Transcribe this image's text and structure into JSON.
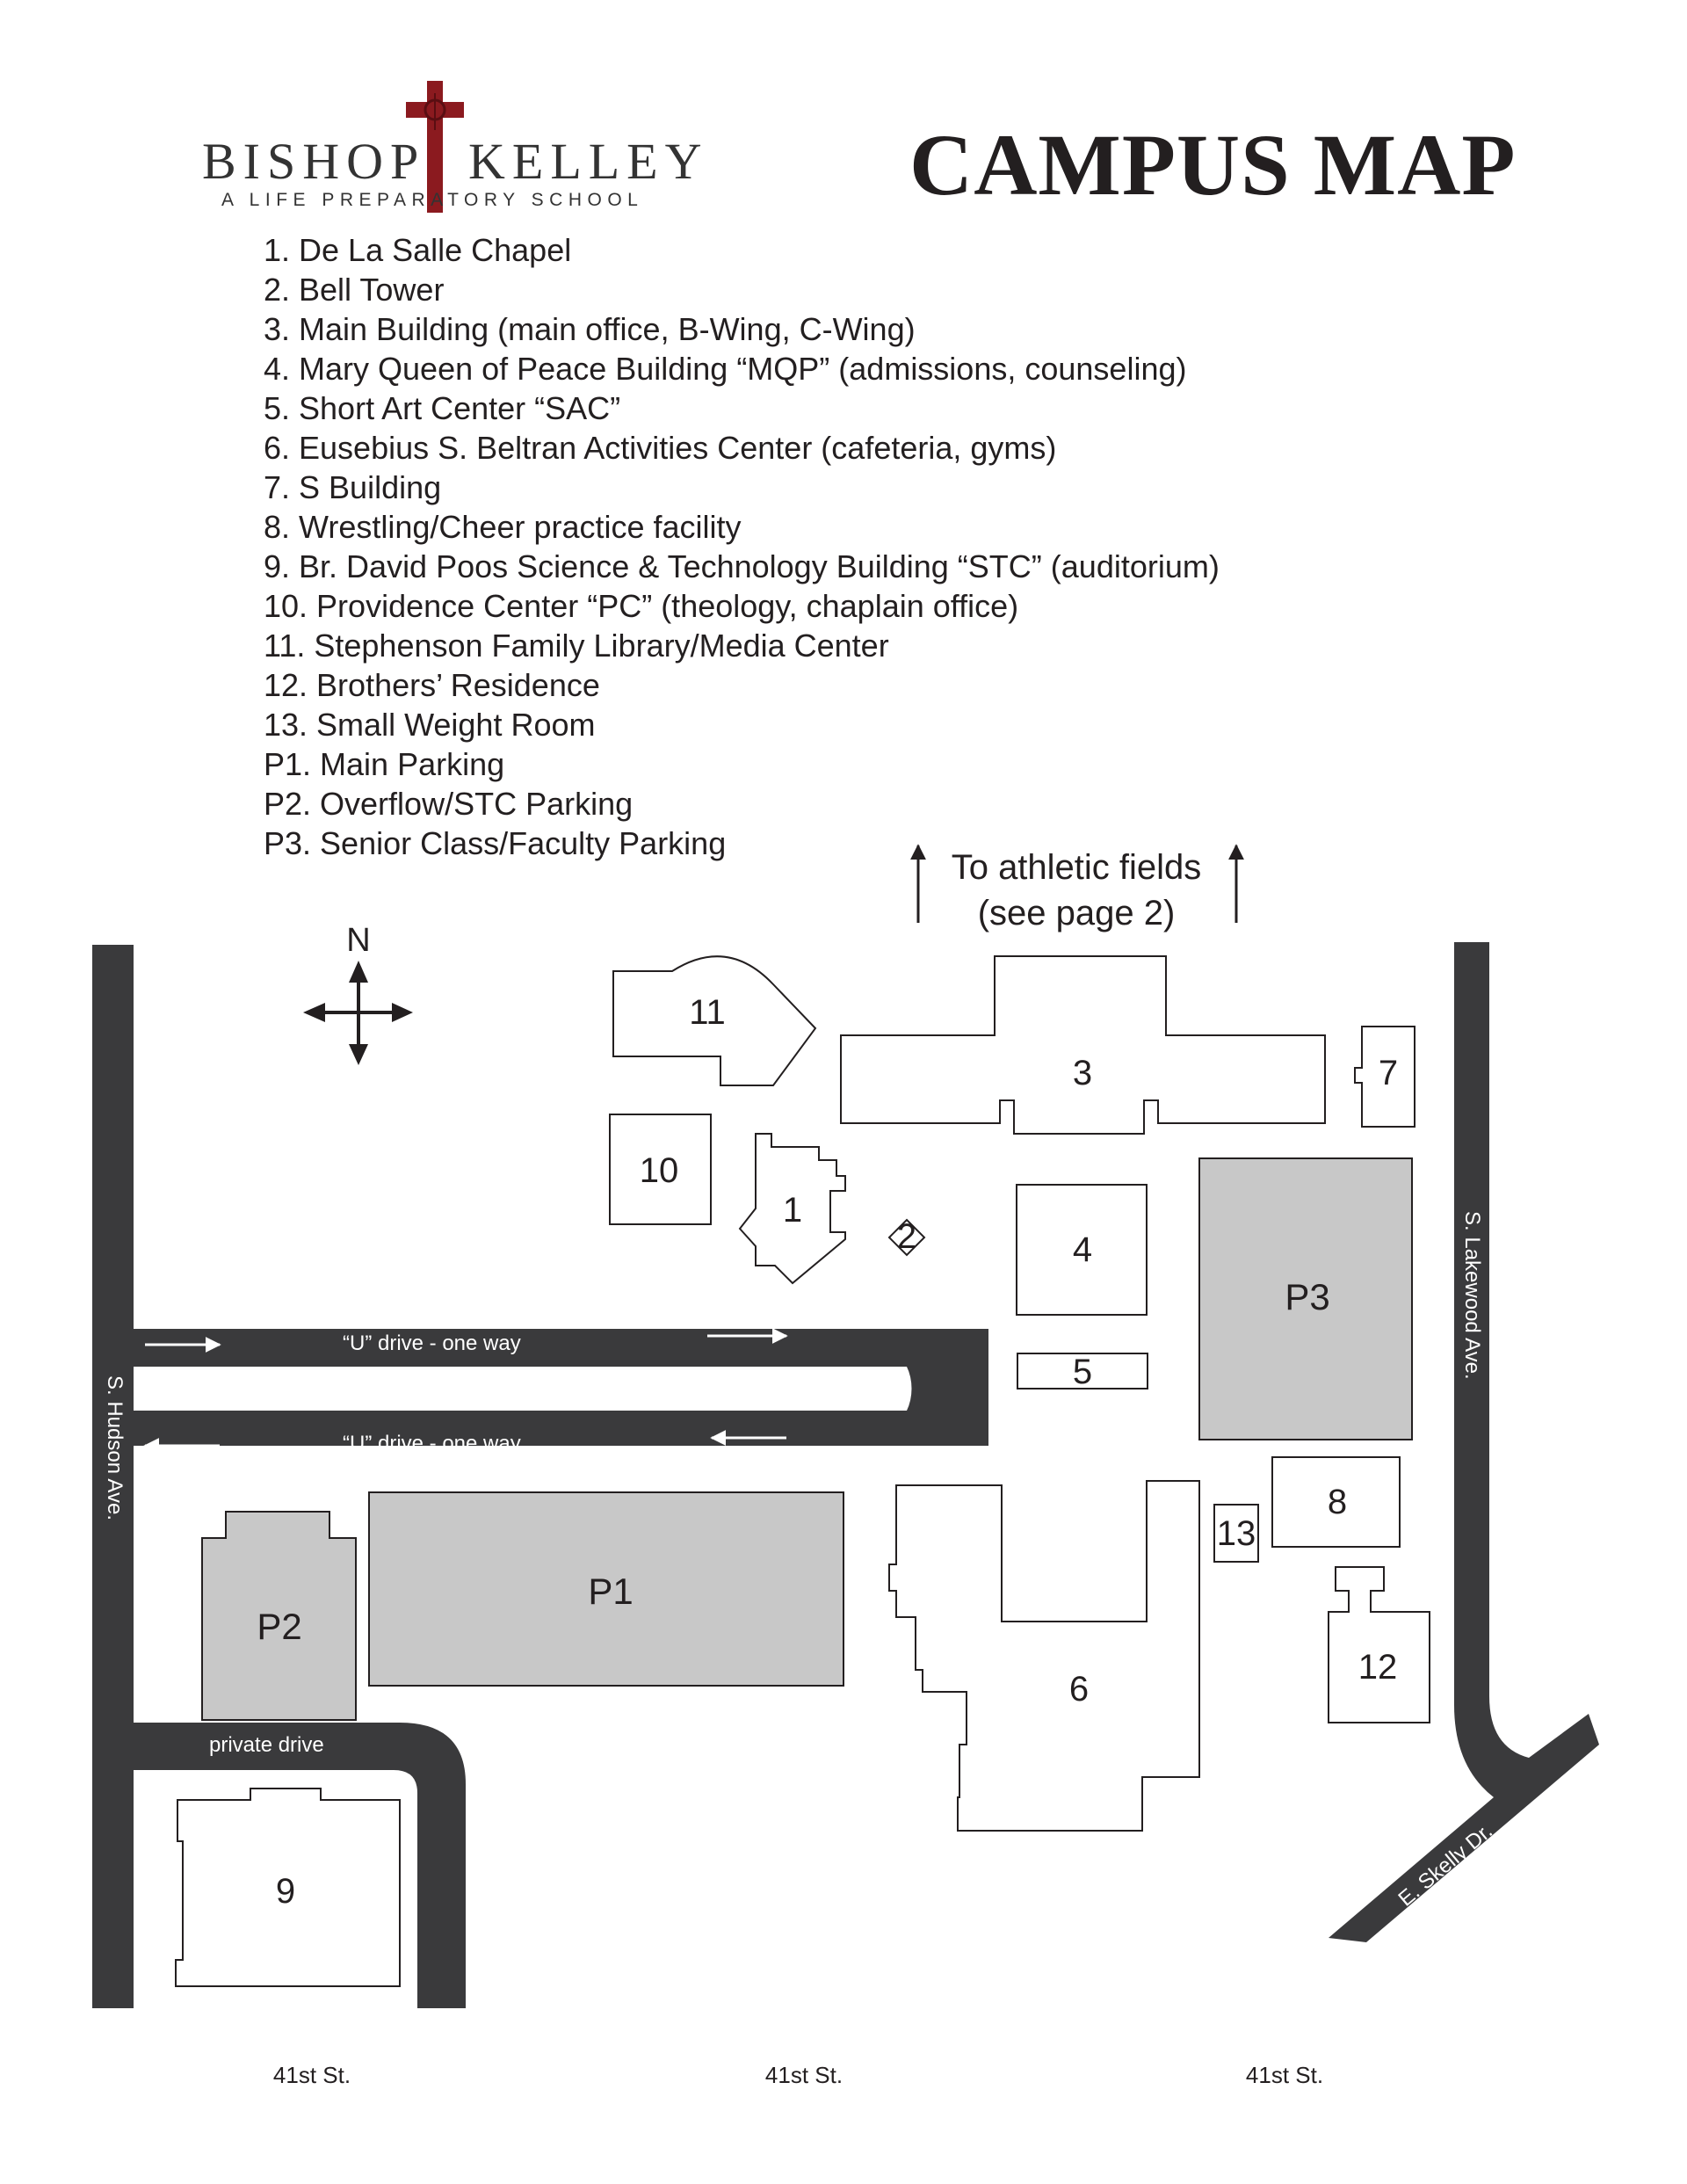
{
  "header": {
    "logo_word_left": "BISHOP",
    "logo_word_right": "KELLEY",
    "logo_tagline": "A LIFE PREPARATORY SCHOOL",
    "title": "CAMPUS MAP"
  },
  "legend": [
    "1. De La Salle Chapel",
    "2. Bell Tower",
    "3. Main Building (main office, B-Wing, C-Wing)",
    "4. Mary Queen of Peace Building “MQP” (admissions, counseling)",
    "5. Short Art Center “SAC”",
    "6. Eusebius S. Beltran Activities Center (cafeteria, gyms)",
    "7. S Building",
    "8. Wrestling/Cheer practice facility",
    "9. Br. David Poos Science & Technology Building “STC” (auditorium)",
    "10. Providence Center “PC” (theology, chaplain office)",
    "11. Stephenson Family Library/Media Center",
    "12. Brothers’ Residence",
    "13. Small Weight Room",
    "P1. Main Parking",
    "P2. Overflow/STC Parking",
    "P3. Senior Class/Faculty Parking"
  ],
  "map": {
    "compass": "N",
    "athletic_line1": "To athletic fields",
    "athletic_line2": "(see page 2)",
    "buildings": {
      "b1": "1",
      "b2": "2",
      "b3": "3",
      "b4": "4",
      "b5": "5",
      "b6": "6",
      "b7": "7",
      "b8": "8",
      "b9": "9",
      "b10": "10",
      "b11": "11",
      "b12": "12",
      "b13": "13"
    },
    "lots": {
      "p1": "P1",
      "p2": "P2",
      "p3": "P3"
    },
    "roads": {
      "u_drive_top": "“U” drive - one way",
      "u_drive_bottom": "“U” drive - one way",
      "private_drive": "private drive",
      "hudson": "S. Hudson Ave.",
      "lakewood": "S. Lakewood Ave.",
      "skelly": "E. Skelly Dr."
    },
    "street_bottom": [
      "41st St.",
      "41st St.",
      "41st St."
    ]
  }
}
